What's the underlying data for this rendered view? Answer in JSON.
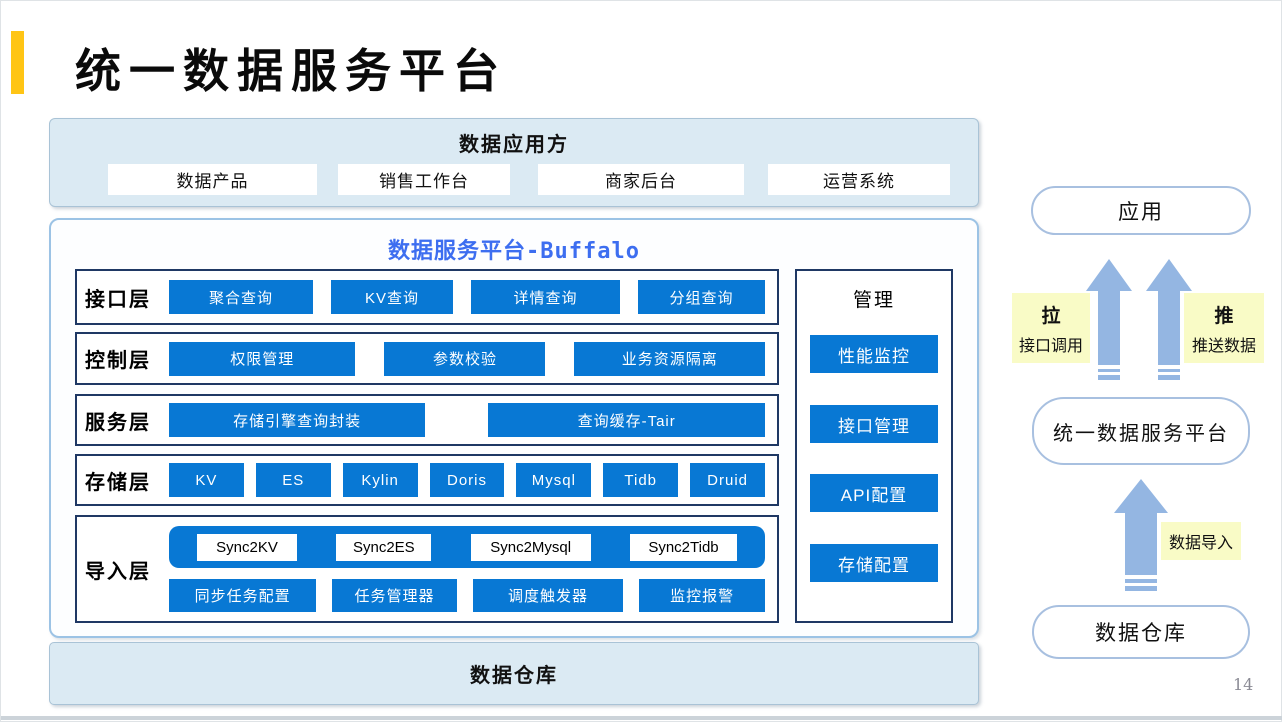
{
  "title": "统一数据服务平台",
  "consumers": {
    "title": "数据应用方",
    "items": [
      "数据产品",
      "销售工作台",
      "商家后台",
      "运营系统"
    ]
  },
  "platform": {
    "title": "数据服务平台-Buffalo",
    "layers": [
      {
        "label": "接口层",
        "items": [
          "聚合查询",
          "KV查询",
          "详情查询",
          "分组查询"
        ]
      },
      {
        "label": "控制层",
        "items": [
          "权限管理",
          "参数校验",
          "业务资源隔离"
        ]
      },
      {
        "label": "服务层",
        "items": [
          "存储引擎查询封装",
          "查询缓存-Tair"
        ]
      },
      {
        "label": "存储层",
        "items": [
          "KV",
          "ES",
          "Kylin",
          "Doris",
          "Mysql",
          "Tidb",
          "Druid"
        ]
      },
      {
        "label": "导入层",
        "sync_items": [
          "Sync2KV",
          "Sync2ES",
          "Sync2Mysql",
          "Sync2Tidb"
        ],
        "items": [
          "同步任务配置",
          "任务管理器",
          "调度触发器",
          "监控报警"
        ]
      }
    ],
    "management": {
      "title": "管理",
      "items": [
        "性能监控",
        "接口管理",
        "API配置",
        "存储配置"
      ]
    }
  },
  "warehouse_bar": "数据仓库",
  "flow": {
    "app": "应用",
    "pull": {
      "title": "拉",
      "subtitle": "接口调用"
    },
    "push": {
      "title": "推",
      "subtitle": "推送数据"
    },
    "platform": "统一数据服务平台",
    "import_label": "数据导入",
    "warehouse": "数据仓库"
  },
  "page_number": "14",
  "colors": {
    "chip_blue": "#0878d4",
    "navy_border": "#1f3864",
    "panel_border": "#9cc3e5",
    "panel_fill": "#dbeaf3",
    "arrow_fill": "#94b6e2",
    "note_yellow": "#f9fbc6",
    "accent_gold": "#ffc515",
    "buffalo_title_blue": "#3d6ef0"
  }
}
